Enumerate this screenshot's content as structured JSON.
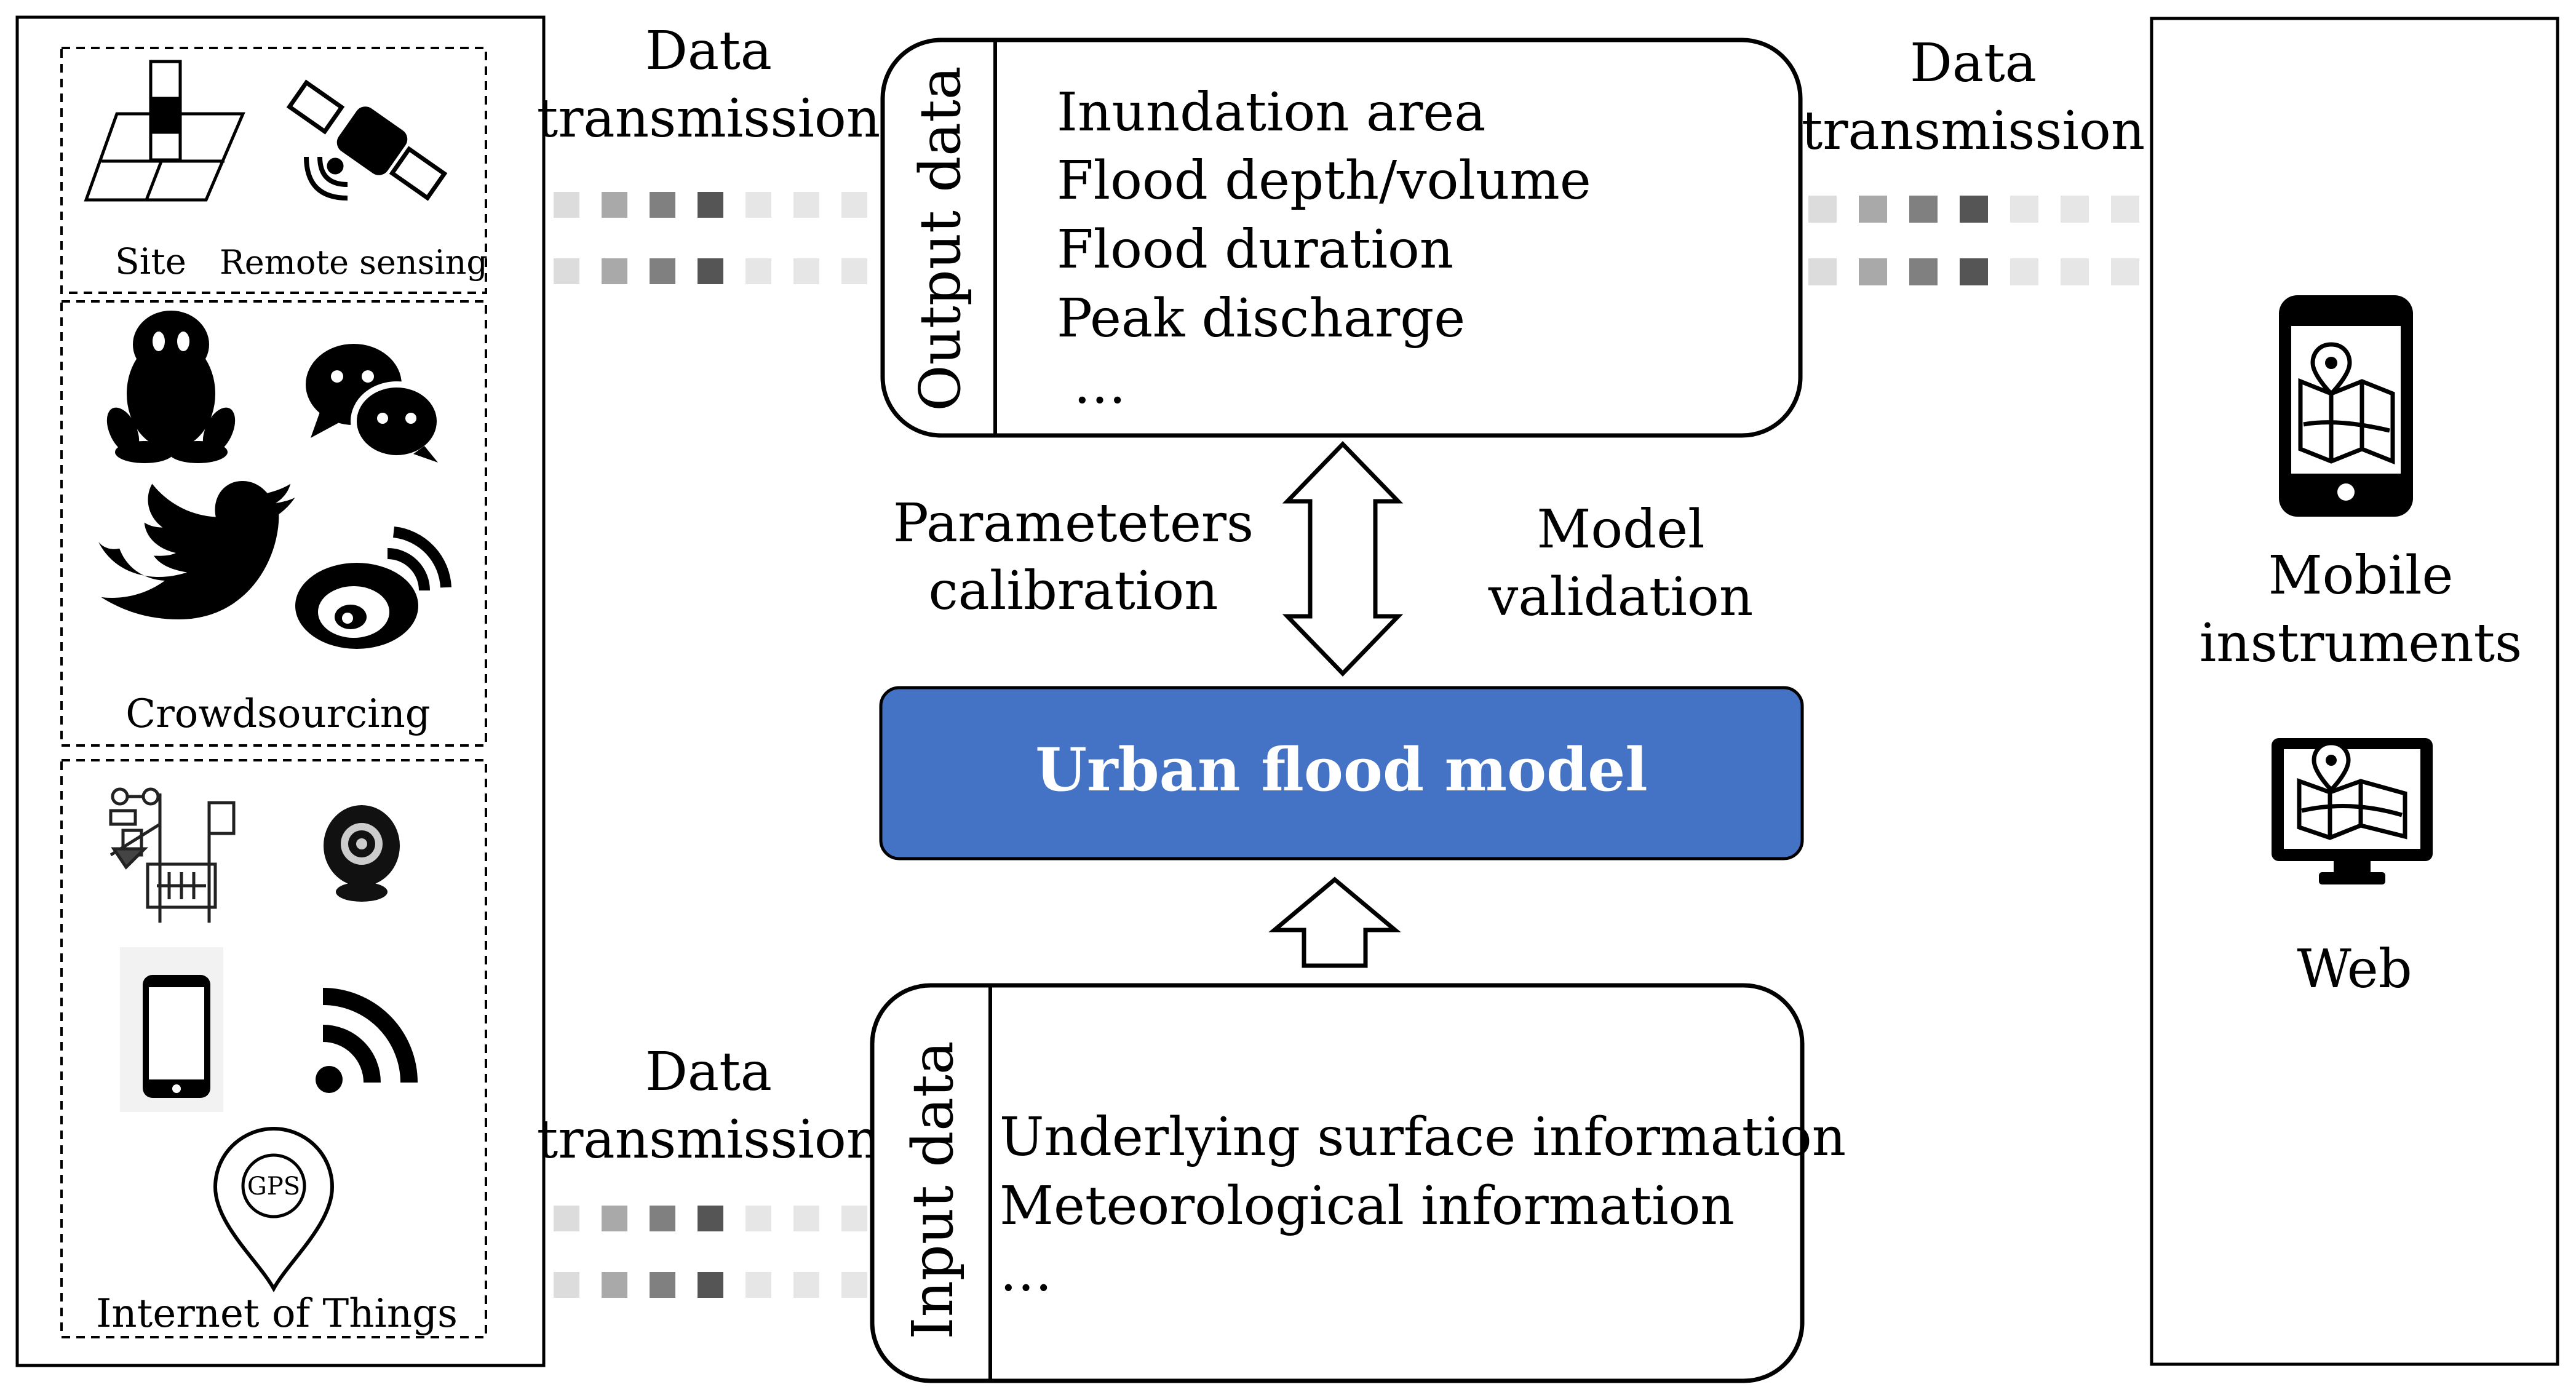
{
  "left_panel": {
    "sources": {
      "site_label": "Site",
      "remote_sensing_label": "Remote sensing",
      "crowdsourcing_label": "Crowdsourcing",
      "iot_label": "Internet of Things",
      "gps_text": "GPS"
    }
  },
  "transmission": {
    "top_left": [
      "Data",
      "transmission"
    ],
    "top_right": [
      "Data",
      "transmission"
    ],
    "bottom_left": [
      "Data",
      "transmission"
    ]
  },
  "output_box": {
    "title": "Output data",
    "items": [
      "Inundation area",
      "Flood depth/volume",
      "Flood duration",
      "Peak discharge",
      "…"
    ]
  },
  "middle": {
    "left_label": [
      "Parameteters",
      "calibration"
    ],
    "right_label": [
      "Model",
      "validation"
    ]
  },
  "model_box": {
    "label": "Urban flood model",
    "color": "#4472c4",
    "text_color": "#ffffff"
  },
  "input_box": {
    "title": "Input data",
    "items": [
      "Underlying surface information",
      "Meteorological information",
      "…"
    ]
  },
  "right_panel": {
    "mobile_label": [
      "Mobile",
      "instruments"
    ],
    "web_label": "Web"
  },
  "icons": {
    "site": "site-gauge-icon",
    "remote_sensing": "satellite-icon",
    "qq": "qq-penguin-icon",
    "wechat": "wechat-icon",
    "twitter": "twitter-bird-icon",
    "weibo": "weibo-icon",
    "weather_station": "weather-station-icon",
    "camera": "webcam-icon",
    "phone": "smartphone-icon",
    "wifi": "signal-icon",
    "gps": "gps-pin-icon",
    "mobile_map": "mobile-map-icon",
    "web_map": "monitor-map-icon"
  }
}
